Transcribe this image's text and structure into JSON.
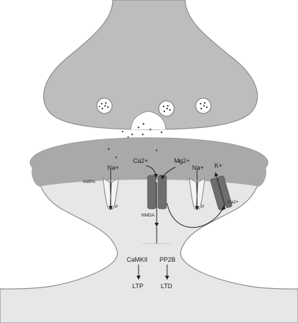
{
  "diagram": {
    "labels": {
      "ampa": "AMPA",
      "nmda": "NMDA",
      "na_left": "Na+",
      "na_right": "Na+",
      "ca_top": "Ca2+",
      "mg": "Mg2+",
      "k": "K+",
      "ca_channel": "Ca2+",
      "p_left": "P",
      "p_right": "P",
      "camkii": "CaMKII",
      "pp2b": "PP2B",
      "ltp": "LTP",
      "ltd": "LTD"
    },
    "colors": {
      "membrane_fill": "#bdbdbd",
      "membrane_stroke": "#8c8c8c",
      "postsynaptic_fill": "#e7e7e7",
      "postsynaptic_dark": "#a9a9a9",
      "channel_dark": "#6e6e6e",
      "channel_light": "#f4f4f4",
      "vesicle_fill": "#ffffff"
    }
  }
}
